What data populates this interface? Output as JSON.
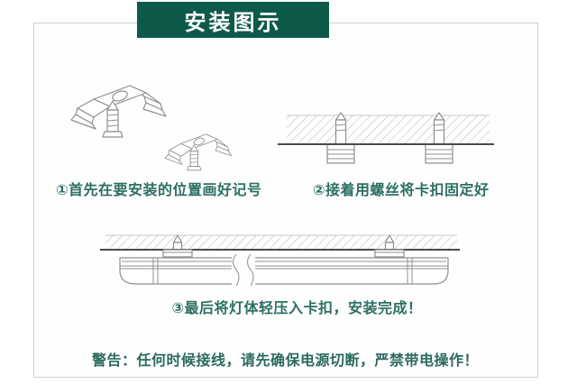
{
  "title": "安装图示",
  "steps": [
    {
      "caption": "①首先在要安装的位置画好记号",
      "illustration": "mounting-clips-and-screws"
    },
    {
      "caption": "②接着用螺丝将卡扣固定好",
      "illustration": "clips-screwed-into-ceiling"
    },
    {
      "caption": "③最后将灯体轻压入卡扣，安装完成！",
      "illustration": "lamp-pressed-into-clips"
    }
  ],
  "warning": "警告：任何时候接线，请先确保电源切断，严禁带电操作！",
  "colors": {
    "banner_bg": "#0e5a4a",
    "banner_text": "#ffffff",
    "caption_text": "#2d6f63",
    "warning_text": "#2b6a5e",
    "line_art": "#8f8f8f",
    "ceiling_line": "#4a4a4a",
    "box_border": "#cfcfcf",
    "page_bg": "#ffffff"
  }
}
